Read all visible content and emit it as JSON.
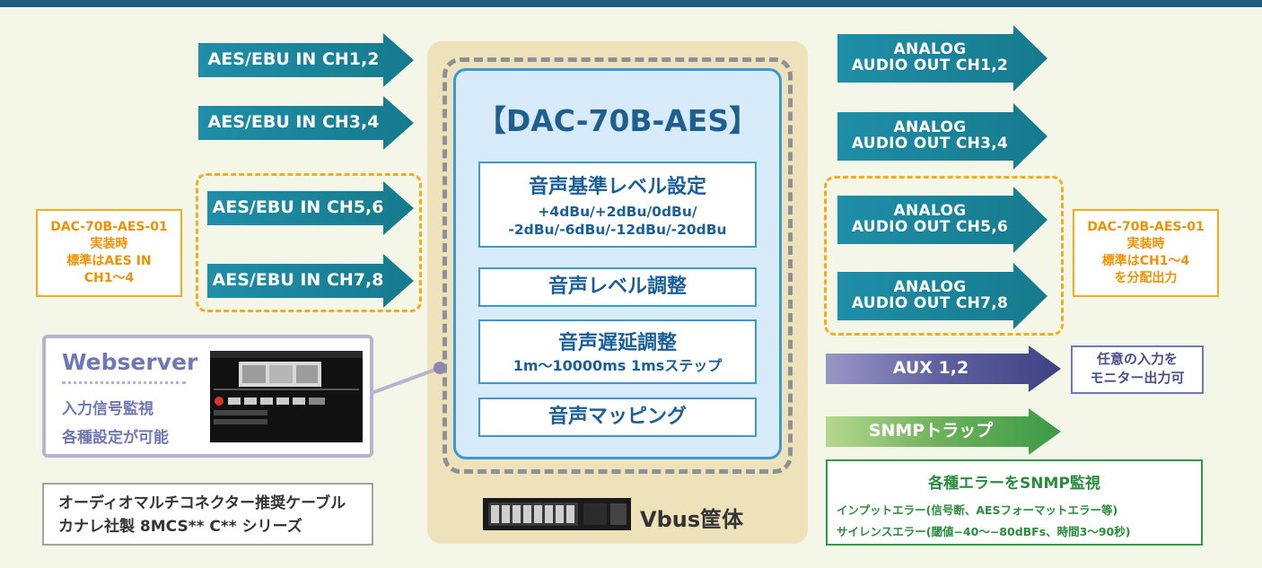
{
  "inputs": [
    {
      "label": "AES/EBU IN CH1,2"
    },
    {
      "label": "AES/EBU IN CH3,4"
    },
    {
      "label": "AES/EBU IN CH5,6"
    },
    {
      "label": "AES/EBU IN CH7,8"
    }
  ],
  "left_note": {
    "lines": [
      "DAC-70B-AES-01",
      "実装時",
      "標準はAES IN",
      "CH1～4"
    ]
  },
  "outputs": [
    {
      "label": "ANALOG\nAUDIO OUT CH1,2"
    },
    {
      "label": "ANALOG\nAUDIO OUT CH3,4"
    },
    {
      "label": "ANALOG\nAUDIO OUT CH5,6"
    },
    {
      "label": "ANALOG\nAUDIO OUT CH7,8"
    }
  ],
  "right_note": {
    "lines": [
      "DAC-70B-AES-01",
      "実装時",
      "標準はCH1～4",
      "を分配出力"
    ]
  },
  "device": {
    "title": "【DAC-70B-AES】",
    "functions": [
      {
        "heading": "音声基準レベル設定",
        "sub1": "+4dBu/+2dBu/0dBu/",
        "sub2": "-2dBu/-6dBu/-12dBu/-20dBu"
      },
      {
        "heading": "音声レベル調整"
      },
      {
        "heading": "音声遅延調整",
        "sub1": "1m～10000ms  1msステップ"
      },
      {
        "heading": "音声マッピング"
      }
    ],
    "chassis_label": "Vbus筐体"
  },
  "webserver": {
    "title": "Webserver",
    "line1": "入力信号監視",
    "line2": "各種設定が可能"
  },
  "cable_note": {
    "line1": "オーディオマルチコネクター推奨ケーブル",
    "line2": "カナレ社製  8MCS** C** シリーズ"
  },
  "aux": {
    "label": "AUX 1,2",
    "note_line1": "任意の入力を",
    "note_line2": "モニター出力可"
  },
  "snmp": {
    "label": "SNMPトラップ",
    "heading": "各種エラーをSNMP監視",
    "line1": "インプットエラー(信号断、AESフォーマットエラー等)",
    "line2": "サイレンスエラー(閾値−40～−80dBFs、時間3～90秒)"
  },
  "colors": {
    "teal": "#1b8ea2",
    "orange": "#f2ad1c",
    "purple": "#5a5d9e",
    "green": "#4ea84c",
    "blue": "#3b97d6"
  }
}
